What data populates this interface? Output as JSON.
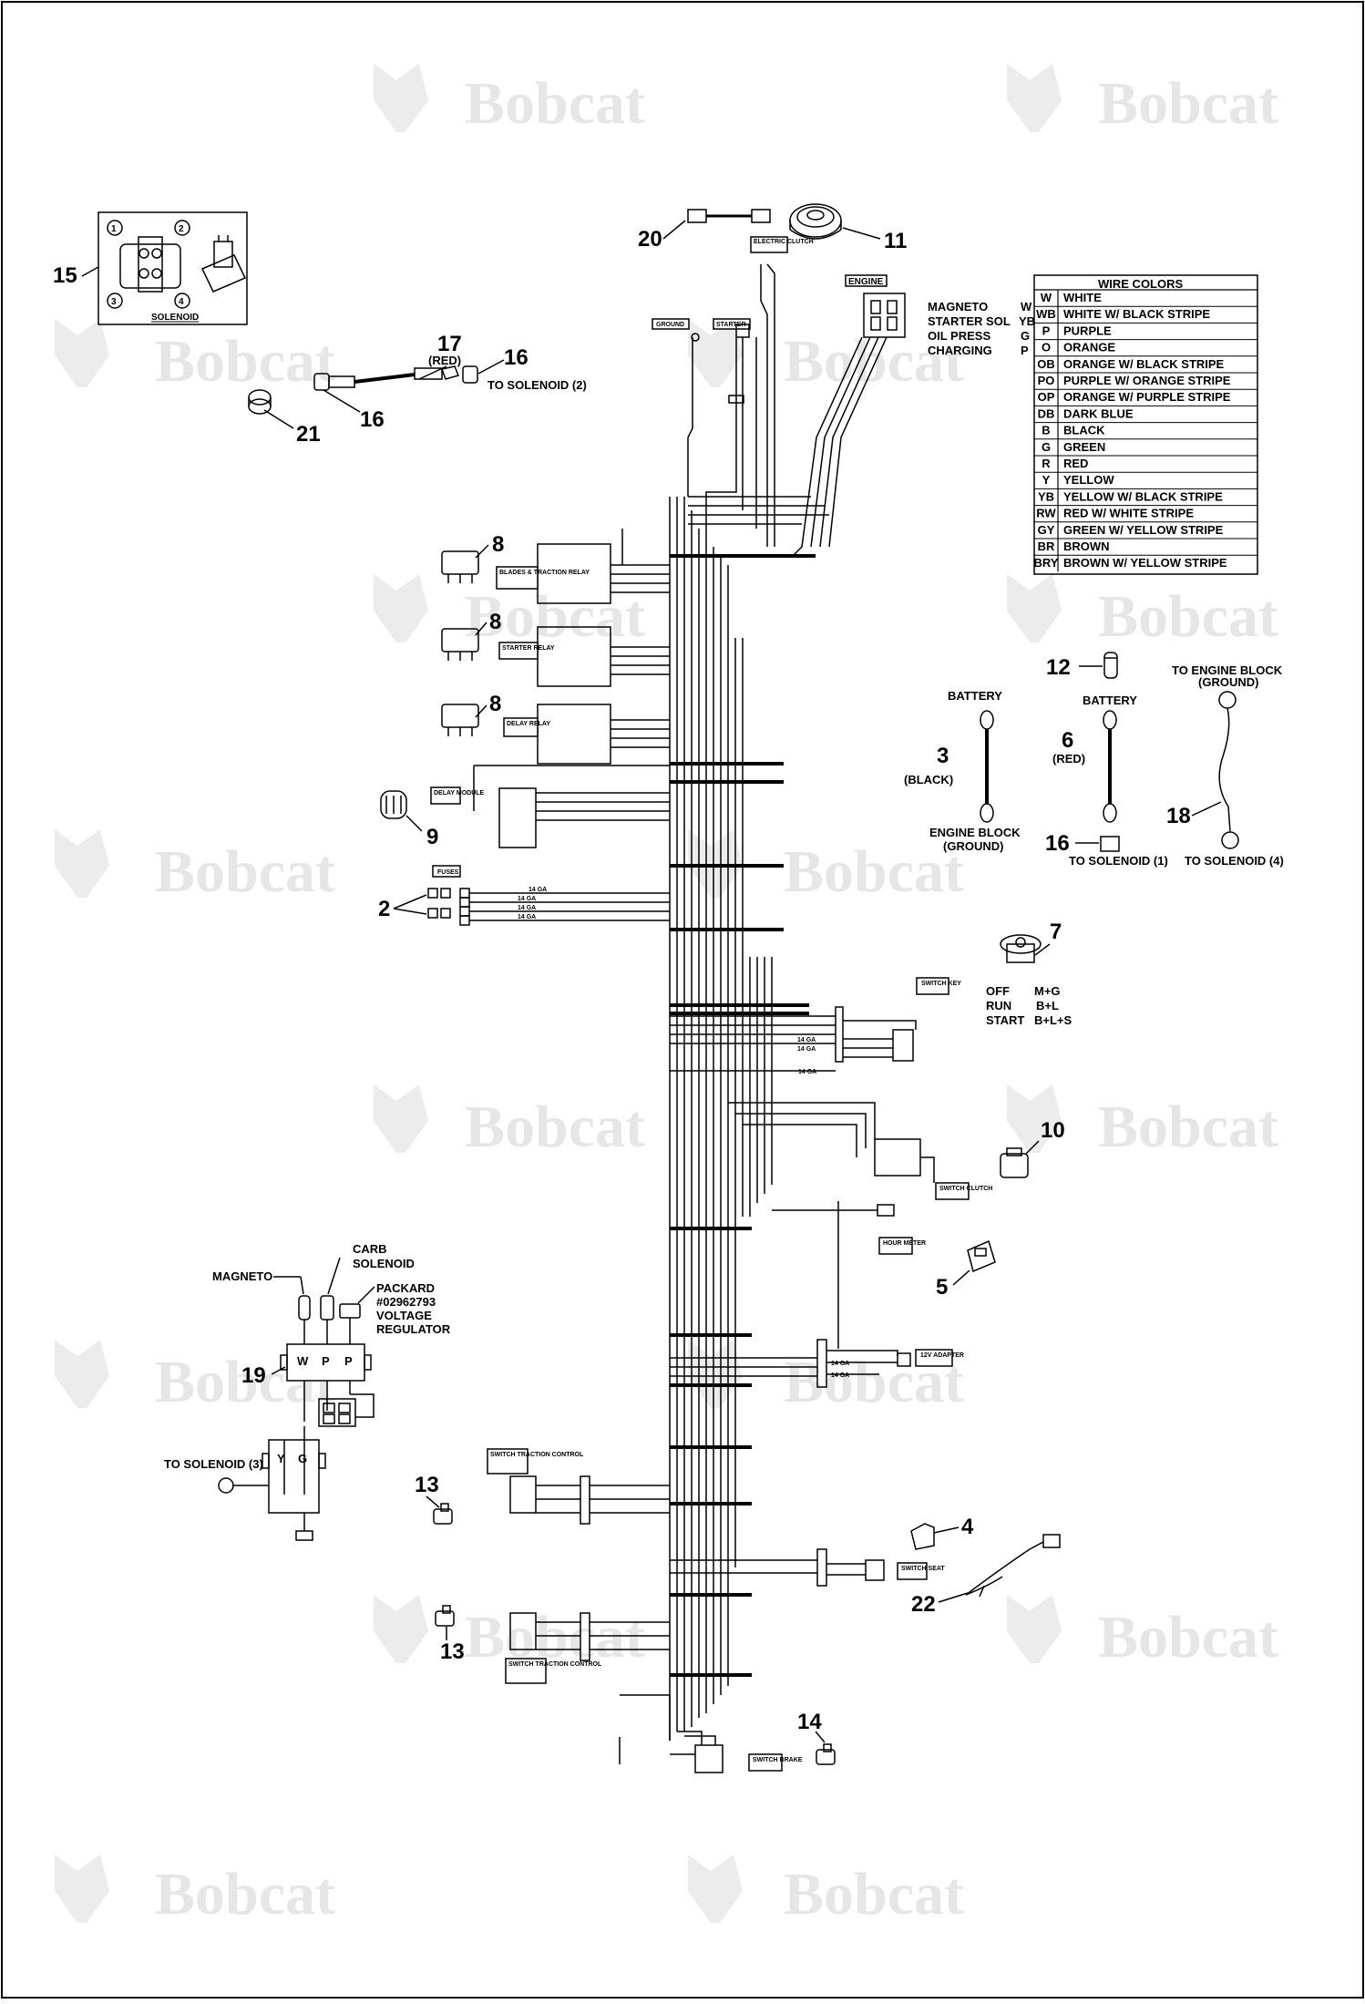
{
  "watermark_text": "Bobcat",
  "callouts": {
    "c15": "15",
    "c20": "20",
    "c11": "11",
    "c17": "17",
    "c16a": "16",
    "c16b": "16",
    "c16c": "16",
    "c21": "21",
    "c8a": "8",
    "c8b": "8",
    "c8c": "8",
    "c9": "9",
    "c2": "2",
    "c12": "12",
    "c3": "3",
    "c6": "6",
    "c18": "18",
    "c7": "7",
    "c10": "10",
    "c5": "5",
    "c19": "19",
    "c13a": "13",
    "c13b": "13",
    "c4": "4",
    "c22": "22",
    "c14": "14",
    "s1": "1",
    "s2": "2",
    "s3": "3",
    "s4": "4"
  },
  "solenoid_box": {
    "label": "SOLENOID"
  },
  "item17": {
    "color": "(RED)",
    "to": "TO SOLENOID (2)"
  },
  "engine_legend": {
    "title": "ENGINE",
    "rows": [
      {
        "name": "MAGNETO",
        "code": "W"
      },
      {
        "name": "STARTER SOL",
        "code": "YB"
      },
      {
        "name": "OIL PRESS",
        "code": "G"
      },
      {
        "name": "CHARGING",
        "code": "P"
      }
    ]
  },
  "wire_colors": {
    "title": "WIRE COLORS",
    "rows": [
      {
        "code": "W",
        "name": "WHITE"
      },
      {
        "code": "WB",
        "name": "WHITE W/ BLACK STRIPE"
      },
      {
        "code": "P",
        "name": "PURPLE"
      },
      {
        "code": "O",
        "name": "ORANGE"
      },
      {
        "code": "OB",
        "name": "ORANGE W/ BLACK STRIPE"
      },
      {
        "code": "PO",
        "name": "PURPLE W/ ORANGE STRIPE"
      },
      {
        "code": "OP",
        "name": "ORANGE W/ PURPLE STRIPE"
      },
      {
        "code": "DB",
        "name": "DARK BLUE"
      },
      {
        "code": "B",
        "name": "BLACK"
      },
      {
        "code": "G",
        "name": "GREEN"
      },
      {
        "code": "R",
        "name": "RED"
      },
      {
        "code": "Y",
        "name": "YELLOW"
      },
      {
        "code": "YB",
        "name": "YELLOW W/ BLACK STRIPE"
      },
      {
        "code": "RW",
        "name": "RED W/ WHITE STRIPE"
      },
      {
        "code": "GY",
        "name": "GREEN W/ YELLOW STRIPE"
      },
      {
        "code": "BR",
        "name": "BROWN"
      },
      {
        "code": "BRY",
        "name": "BROWN W/ YELLOW STRIPE"
      }
    ]
  },
  "tags": {
    "electric_clutch": "ELECTRIC CLUTCH",
    "ground": "GROUND",
    "starter": "STARTER",
    "blades_relay": "BLADES & TRACTION RELAY",
    "starter_relay": "STARTER RELAY",
    "delay_relay": "DELAY RELAY",
    "delay_module": "DELAY MODULE",
    "fuses": "FUSES",
    "switch_key": "SWITCH KEY",
    "switch_clutch": "SWITCH CLUTCH",
    "hour_meter": "HOUR METER",
    "adapter": "12V ADAPTER",
    "switch_traction_control_1": "SWITCH TRACTION CONTROL",
    "switch_traction_control_2": "SWITCH TRACTION CONTROL",
    "switch_seat": "SWITCH SEAT",
    "switch_brake": "SWITCH BRAKE"
  },
  "gauge": {
    "ga14": "14 GA"
  },
  "battery": {
    "battery_a": "BATTERY",
    "battery_b": "BATTERY",
    "black": "(BLACK)",
    "red": "(RED)",
    "engine_block_1": "ENGINE BLOCK",
    "engine_block_2": "(GROUND)",
    "to_solenoid_1": "TO SOLENOID (1)",
    "to_engine_block_1": "TO ENGINE BLOCK",
    "to_engine_block_2": "(GROUND)",
    "to_solenoid_4": "TO SOLENOID (4)"
  },
  "key_switch": {
    "rows": [
      {
        "pos": "OFF",
        "conn": "M+G"
      },
      {
        "pos": "RUN",
        "conn": "B+L"
      },
      {
        "pos": "START",
        "conn": "B+L+S"
      }
    ]
  },
  "regulator": {
    "magneto": "MAGNETO",
    "carb_1": "CARB",
    "carb_2": "SOLENOID",
    "packard_1": "PACKARD",
    "packard_2": "#02962793",
    "packard_3": "VOLTAGE",
    "packard_4": "REGULATOR",
    "pins_top": [
      "W",
      "P",
      "P"
    ],
    "pins_bottom": [
      "Y",
      "G"
    ],
    "to_solenoid_3": "TO SOLENOID (3)"
  }
}
